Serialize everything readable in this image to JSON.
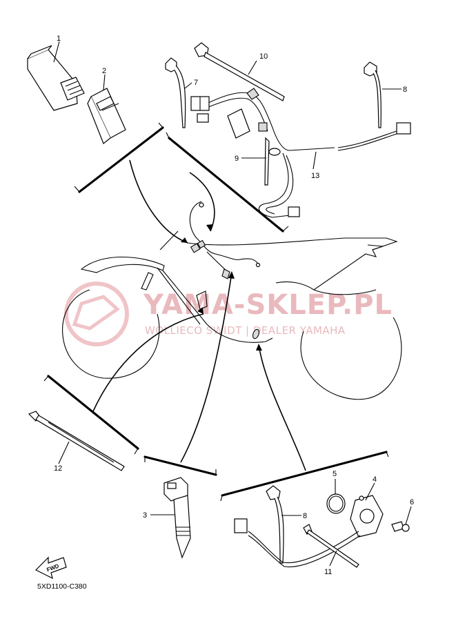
{
  "diagram_code": "5XD1100-C380",
  "fwd_label": "FWD",
  "watermark": {
    "title": "YAMA-SKLEP.PL",
    "subtitle": "WOLLIECO SWIDT | DEALER YAMAHA"
  },
  "part_callouts": [
    {
      "number": "1"
    },
    {
      "number": "2"
    },
    {
      "number": "3"
    },
    {
      "number": "4"
    },
    {
      "number": "5"
    },
    {
      "number": "6"
    },
    {
      "number": "7"
    },
    {
      "number": "8"
    },
    {
      "number": "8"
    },
    {
      "number": "9"
    },
    {
      "number": "10"
    },
    {
      "number": "11"
    },
    {
      "number": "12"
    },
    {
      "number": "13"
    }
  ],
  "colors": {
    "line": "#000000",
    "watermark": "#e9b9bd",
    "background": "#ffffff"
  }
}
